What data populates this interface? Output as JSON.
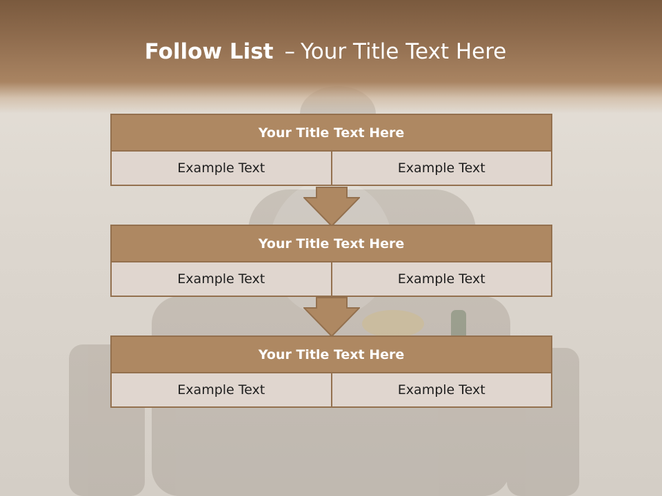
{
  "slide": {
    "title_bold": "Follow List",
    "title_separator": "–",
    "title_rest": "Your Title Text Here"
  },
  "steps": [
    {
      "title": "Your Title Text Here",
      "left": "Example Text",
      "right": "Example Text"
    },
    {
      "title": "Your Title Text Here",
      "left": "Example Text",
      "right": "Example Text"
    },
    {
      "title": "Your Title Text Here",
      "left": "Example Text",
      "right": "Example Text"
    }
  ],
  "colors": {
    "header_brown": "#8d6a4c",
    "block_title_fill": "#ae8862",
    "block_border": "#93704e",
    "cell_fill": "#e0d6cf"
  }
}
